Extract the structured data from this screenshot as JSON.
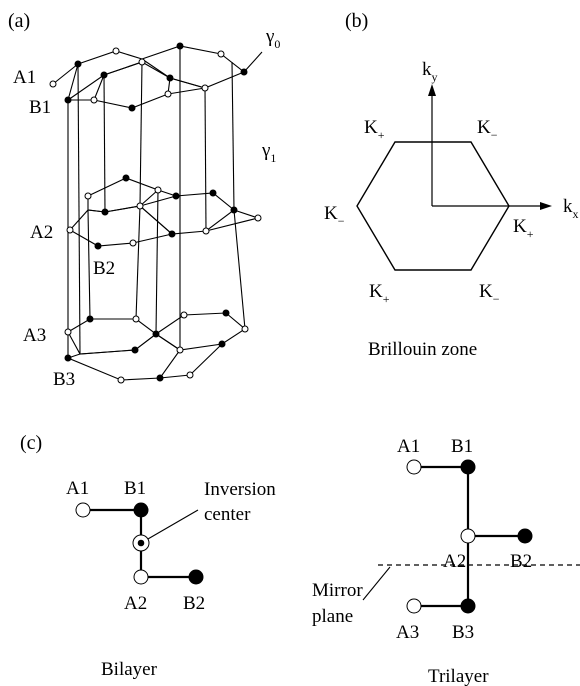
{
  "panel_a": {
    "tag": "(a)",
    "sites": [
      "A1",
      "B1",
      "A2",
      "B2",
      "A3",
      "B3"
    ],
    "hoppings": [
      {
        "base": "γ",
        "sub": "0"
      },
      {
        "base": "γ",
        "sub": "1"
      }
    ]
  },
  "panel_b": {
    "tag": "(b)",
    "axis_y": {
      "base": "k",
      "sub": "y"
    },
    "axis_x": {
      "base": "k",
      "sub": "x"
    },
    "valleys": {
      "upper_left": {
        "base": "K",
        "sub": "+"
      },
      "upper_right": {
        "base": "K",
        "sub": "−"
      },
      "left": {
        "base": "K",
        "sub": "−"
      },
      "right": {
        "base": "K",
        "sub": "+"
      },
      "lower_left": {
        "base": "K",
        "sub": "+"
      },
      "lower_right": {
        "base": "K",
        "sub": "−"
      }
    },
    "caption": "Brillouin zone"
  },
  "panel_c": {
    "tag": "(c)",
    "bilayer": {
      "sites": [
        "A1",
        "B1",
        "A2",
        "B2"
      ],
      "annotation_lines": [
        "Inversion",
        "center"
      ],
      "caption": "Bilayer"
    },
    "trilayer": {
      "sites": [
        "A1",
        "B1",
        "A2",
        "B2",
        "A3",
        "B3"
      ],
      "annotation_lines": [
        "Mirror",
        "plane"
      ],
      "caption": "Trilayer"
    }
  }
}
